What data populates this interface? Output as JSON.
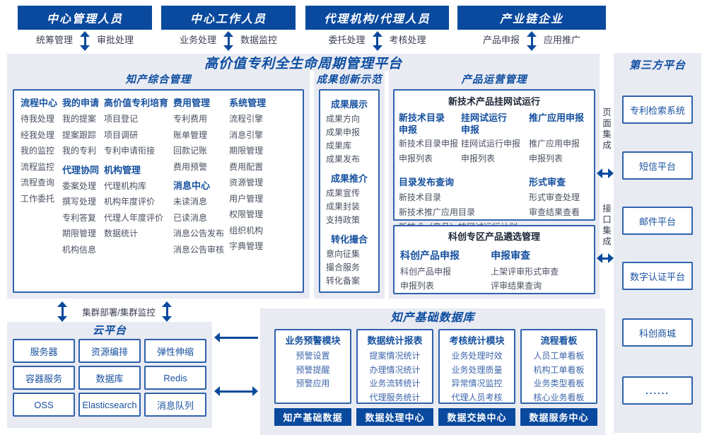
{
  "colors": {
    "accent": "#0a4a9e",
    "heading_blue": "#15509f",
    "item_gray": "#4a5160",
    "item_blue": "#3e66ab",
    "panel_bg": "#e9ebf3",
    "box_border": "#2f62ac"
  },
  "roles": [
    {
      "title": "中心管理人员",
      "left": "统筹管理",
      "right": "审批处理"
    },
    {
      "title": "中心工作人员",
      "left": "业务处理",
      "right": "数据监控"
    },
    {
      "title": "代理机构/代理人员",
      "left": "委托处理",
      "right": "考核处理"
    },
    {
      "title": "产业链企业",
      "left": "产品申报",
      "right": "应用推广"
    }
  ],
  "platform": {
    "title": "高价值专利全生命周期管理平台"
  },
  "s1": {
    "title": "知产综合管理",
    "cols": [
      {
        "groups": [
          {
            "h": "流程中心",
            "items": [
              "待我处理",
              "经我处理",
              "我的监控",
              "流程监控",
              "流程查询",
              "工作委托"
            ]
          }
        ]
      },
      {
        "groups": [
          {
            "h": "我的申请",
            "items": [
              "我的提案",
              "提案跟踪",
              "我的专利"
            ]
          },
          {
            "h": "代理协同",
            "items": [
              "委案处理",
              "撰写处理",
              "专利答复",
              "期限管理",
              "机构信息"
            ]
          }
        ]
      },
      {
        "groups": [
          {
            "h": "高价值专利培育",
            "items": [
              "项目登记",
              "项目调研",
              "专利申请衔接"
            ]
          },
          {
            "h": "机构管理",
            "items": [
              "代理机构库",
              "机构年度评价",
              "代理人年度评价",
              "数据统计"
            ]
          }
        ]
      },
      {
        "groups": [
          {
            "h": "费用管理",
            "items": [
              "专利费用",
              "账单管理",
              "回款记账",
              "费用预警"
            ]
          },
          {
            "h": "消息中心",
            "items": [
              "未读消息",
              "已读消息",
              "消息公告发布",
              "消息公告审核"
            ]
          }
        ]
      },
      {
        "groups": [
          {
            "h": "系统管理",
            "items": [
              "流程引擎",
              "消息引擎",
              "期限管理",
              "费用配置",
              "资源管理",
              "用户管理",
              "权限管理",
              "组织机构",
              "字典管理"
            ]
          }
        ]
      }
    ]
  },
  "s2": {
    "title": "成果创新示范",
    "groups": [
      {
        "h": "成果展示",
        "items": [
          "成果方向",
          "成果申报",
          "成果库",
          "成果发布"
        ]
      },
      {
        "h": "成果推介",
        "items": [
          "成果宣传",
          "成果封装",
          "支持政策"
        ]
      },
      {
        "h": "转化撮合",
        "items": [
          "意向征集",
          "撮合服务",
          "转化备案"
        ]
      }
    ]
  },
  "s3": {
    "title": "产品运营管理",
    "boxA": {
      "title": "新技术产品挂网试运行",
      "g": [
        {
          "h": "新技术目录申报",
          "items": [
            "新技术目录申报",
            "申报列表"
          ]
        },
        {
          "h": "挂网试运行申报",
          "items": [
            "挂网试运行申报",
            "申报列表"
          ]
        },
        {
          "h": "推广应用申报",
          "items": [
            "推广应用申报",
            "申报列表"
          ]
        },
        {
          "h": "目录发布查询",
          "items": [
            "新技术目录",
            "新技术推广应用目录",
            "新技术（产品）挂网试运行计划"
          ]
        },
        {
          "h": "形式审查",
          "items": [
            "形式审查处理",
            "审查结果查看"
          ]
        }
      ]
    },
    "boxB": {
      "title": "科创专区产品遴选管理",
      "g": [
        {
          "h": "科创产品申报",
          "items": [
            "科创产品申报",
            "申报列表"
          ]
        },
        {
          "h": "申报审查",
          "items": [
            "上架评审形式审查",
            "评审结果查询"
          ]
        }
      ]
    }
  },
  "integration": {
    "page": "页面集成",
    "api": "接口集成"
  },
  "thirdparty": {
    "title": "第三方平台",
    "items": [
      "专利检索系统",
      "短信平台",
      "邮件平台",
      "数字认证平台",
      "科创商城",
      "......"
    ]
  },
  "cluster": {
    "label": "集群部署/集群监控"
  },
  "cloud": {
    "title": "云平台",
    "items": [
      "服务器",
      "资源编排",
      "弹性伸缩",
      "容器服务",
      "数据库",
      "Redis",
      "OSS",
      "Elasticsearch",
      "消息队列"
    ]
  },
  "db": {
    "title": "知产基础数据库",
    "modules": [
      {
        "h": "业务预警模块",
        "items": [
          "预警设置",
          "预警提醒",
          "预警应用"
        ],
        "btn": "知产基础数据"
      },
      {
        "h": "数据统计报表",
        "items": [
          "提案情况统计",
          "办理情况统计",
          "业务流转统计",
          "代理服务统计"
        ],
        "btn": "数据处理中心"
      },
      {
        "h": "考核统计模块",
        "items": [
          "业务处理时效",
          "业务处理质量",
          "异常情况监控",
          "代理人员考核"
        ],
        "btn": "数据交换中心"
      },
      {
        "h": "流程看板",
        "items": [
          "人员工单看板",
          "机构工单看板",
          "业务类型看板",
          "核心业务看板"
        ],
        "btn": "数据服务中心"
      }
    ]
  }
}
